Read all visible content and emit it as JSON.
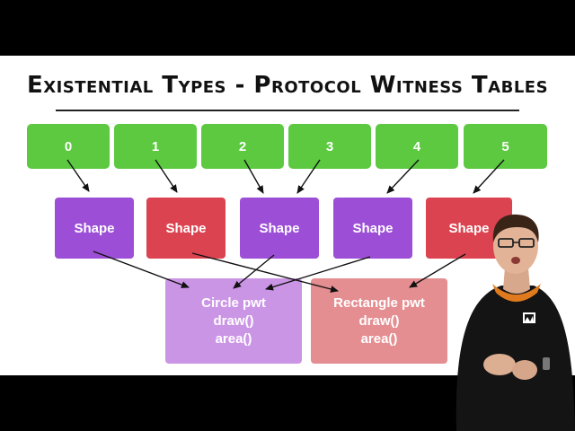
{
  "slide": {
    "title": "Existential Types - Protocol Witness Tables"
  },
  "colors": {
    "index_box": "#5cc941",
    "shape_purple": "#9c4fd6",
    "shape_red": "#db4350",
    "circle_pwt": "#cb95e6",
    "rectangle_pwt": "#e58e92",
    "arrow": "#111111"
  },
  "indices": [
    {
      "label": "0"
    },
    {
      "label": "1"
    },
    {
      "label": "2"
    },
    {
      "label": "3"
    },
    {
      "label": "4"
    },
    {
      "label": "5"
    }
  ],
  "shapes": [
    {
      "label": "Shape",
      "kind": "circle"
    },
    {
      "label": "Shape",
      "kind": "rectangle"
    },
    {
      "label": "Shape",
      "kind": "circle"
    },
    {
      "label": "Shape",
      "kind": "circle"
    },
    {
      "label": "Shape",
      "kind": "rectangle"
    }
  ],
  "tables": {
    "circle": {
      "title": "Circle pwt",
      "methods": [
        "draw()",
        "area()"
      ]
    },
    "rectangle": {
      "title": "Rectangle pwt",
      "methods": [
        "draw()",
        "area()"
      ]
    }
  },
  "icons": {
    "logo": "brand-logo-icon",
    "presenter": "presenter-video"
  }
}
